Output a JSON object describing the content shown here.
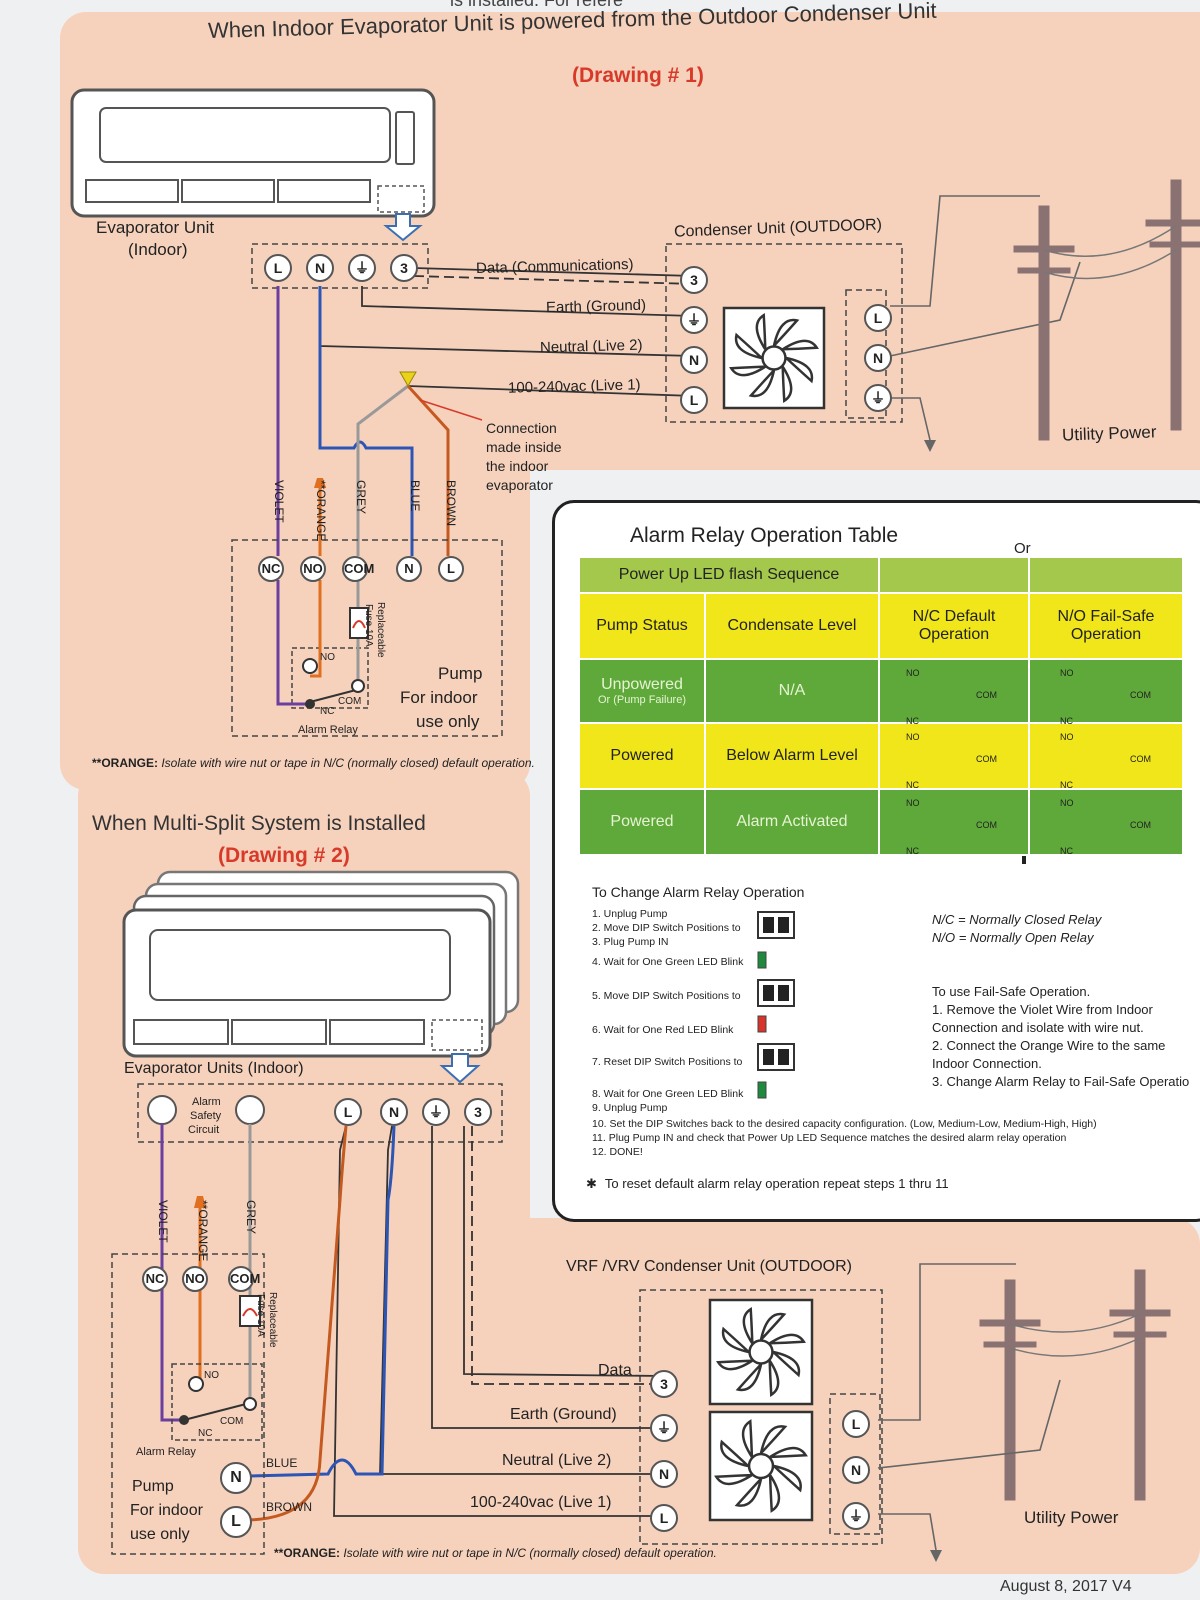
{
  "top_cut_text": "is installed.  For refere",
  "drawing1": {
    "title": "When Indoor Evaporator Unit  is powered from the Outdoor Condenser Unit",
    "subtitle": "(Drawing # 1)",
    "evap_label_1": "Evaporator Unit",
    "evap_label_2": "(Indoor)",
    "cond_label": "Condenser Unit (OUTDOOR)",
    "terminals_top": [
      "L",
      "N",
      "⏚",
      "3"
    ],
    "wires": [
      "Data (Communications)",
      "Earth (Ground)",
      "Neutral (Live 2)",
      "100-240vac (Live 1)"
    ],
    "cond_terminals": [
      "3",
      "⏚",
      "N",
      "L"
    ],
    "power_terminals": [
      "L",
      "N",
      "⏚"
    ],
    "connection_note": [
      "Connection",
      "made inside",
      "the indoor",
      "evaporator"
    ],
    "wire_colors": [
      "VIOLET",
      "**ORANGE",
      "GREY",
      "BLUE",
      "BROWN"
    ],
    "pump_terminals": [
      "NC",
      "NO",
      "COM",
      "N",
      "L"
    ],
    "fuse_label_1": "Replaceable",
    "fuse_label_2": "Fuse 10A",
    "relay_no": "NO",
    "relay_com": "COM",
    "relay_nc": "NC",
    "relay_label": "Alarm Relay",
    "pump_label": [
      "Pump",
      "For indoor",
      "use only"
    ],
    "utility": "Utility Power",
    "footnote_bold": "**ORANGE:",
    "footnote": " Isolate with wire nut or tape in N/C (normally closed) default operation."
  },
  "drawing2": {
    "title": "When Multi-Split System is Installed",
    "subtitle": "(Drawing # 2)",
    "evap_label": "Evaporator Units (Indoor)",
    "alarm_circuit": [
      "Alarm",
      "Safety",
      "Circuit"
    ],
    "terminals_top": [
      "L",
      "N",
      "⏚",
      "3"
    ],
    "cond_label": "VRF /VRV Condenser Unit (OUTDOOR)",
    "wires": [
      "Data",
      "Earth (Ground)",
      "Neutral  (Live 2)",
      "100-240vac  (Live 1)"
    ],
    "cond_terminals": [
      "3",
      "⏚",
      "N",
      "L"
    ],
    "power_terminals": [
      "L",
      "N",
      "⏚"
    ],
    "wire_colors": [
      "VIOLET",
      "**ORANGE",
      "GREY"
    ],
    "pump_terminals": [
      "NC",
      "NO",
      "COM"
    ],
    "fuse_label_1": "Replaceable",
    "fuse_label_2": "Fuse 10A",
    "relay_no": "NO",
    "relay_com": "COM",
    "relay_nc": "NC",
    "relay_label": "Alarm Relay",
    "blue": "BLUE",
    "brown": "BROWN",
    "pn": "N",
    "pl": "L",
    "pump_label": [
      "Pump",
      "For indoor",
      "use only"
    ],
    "utility": "Utility Power",
    "footnote_bold": "**ORANGE:",
    "footnote": " Isolate with wire nut or tape in N/C (normally closed) default operation."
  },
  "alarm_table": {
    "title": "Alarm Relay  Operation Table",
    "or": "Or",
    "led_row": "Power Up LED flash Sequence",
    "headers": [
      "Pump Status",
      "Condensate Level",
      "N/C Default Operation",
      "N/O Fail-Safe Operation"
    ],
    "rows": [
      {
        "status": "Unpowered",
        "status_sub": "Or (Pump Failure)",
        "level": "N/A"
      },
      {
        "status": "Powered",
        "status_sub": "",
        "level": "Below Alarm Level"
      },
      {
        "status": "Powered",
        "status_sub": "",
        "level": "Alarm Activated"
      }
    ],
    "switch_labels": {
      "no": "NO",
      "nc": "NC",
      "com": "COM"
    },
    "led_colors": {
      "red": "#d8342a",
      "green": "#1e8a3c",
      "gray": "#444444"
    }
  },
  "instructions": {
    "title": "To Change Alarm Relay Operation",
    "steps": [
      "1. Unplug Pump",
      "2. Move DIP Switch Positions to",
      "3. Plug  Pump IN",
      "4. Wait for One Green LED Blink",
      "5. Move DIP Switch Positions to",
      "6. Wait for One Red LED Blink",
      "7. Reset DIP Switch Positions to",
      "8. Wait for One Green LED Blink",
      "9. Unplug Pump",
      "10. Set the DIP Switches back to the desired capacity configuration. (Low, Medium-Low, Medium-High, High)",
      "11. Plug Pump IN and check that Power Up LED Sequence matches the desired alarm relay operation",
      "12. DONE!"
    ],
    "nc_def": "N/C =  Normally Closed Relay",
    "no_def": "N/O =  Normally Open Relay",
    "failsafe_title": "To use Fail-Safe Operation.",
    "failsafe": [
      "1. Remove the Violet Wire from Indoor",
      "Connection and isolate with wire nut.",
      "2. Connect the Orange Wire to the same",
      "Indoor Connection.",
      "3. Change Alarm Relay to Fail-Safe Operatio"
    ],
    "reset_star": "✱",
    "reset": "To reset default alarm relay operation repeat steps 1 thru 11"
  },
  "footer_date": "August 8, 2017  V4"
}
